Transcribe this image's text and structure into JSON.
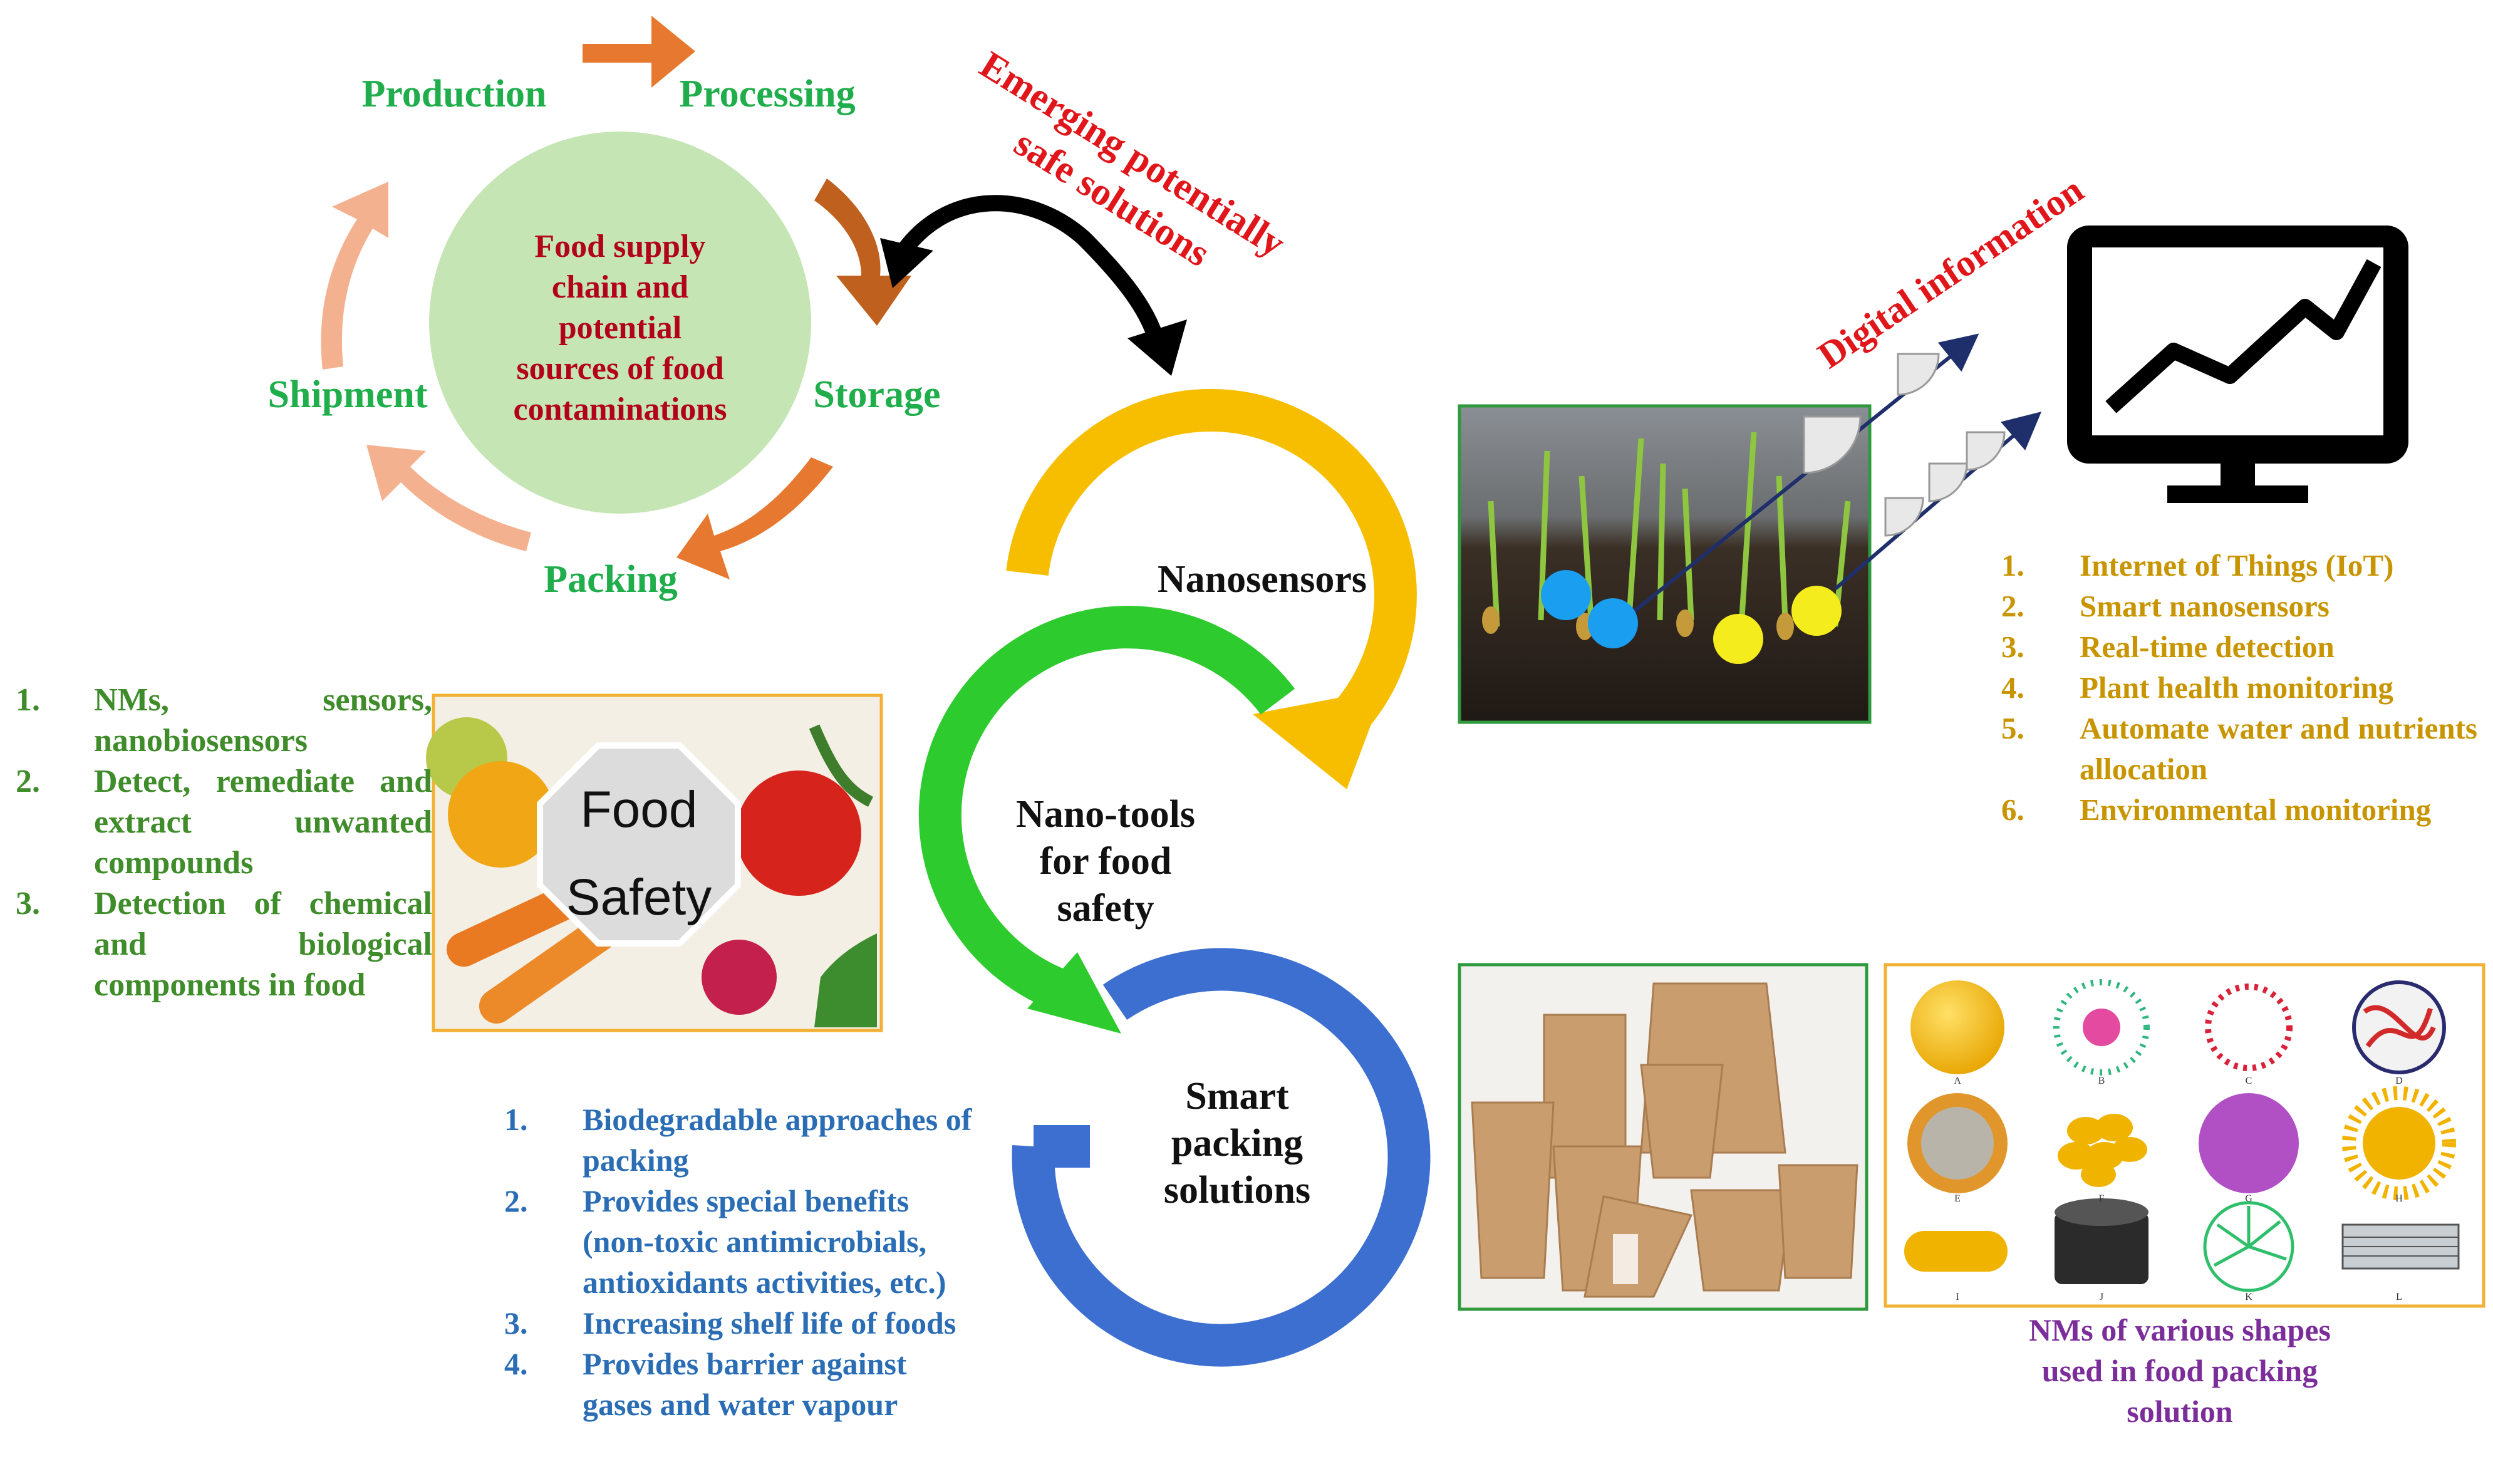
{
  "colors": {
    "stage_green": "#1fae4b",
    "center_red": "#b3001b",
    "annotation_red": "#e0161b",
    "list_green": "#3f8c2a",
    "list_blue": "#2a6db5",
    "list_gold": "#c89500",
    "purple": "#7b2d9a",
    "ring_yellow": "#f7be00",
    "ring_green": "#2ecb2e",
    "ring_blue": "#3d6fd0",
    "circle_fill": "#c5e5b4",
    "arrow_orange": "#e7782f",
    "arrow_brown": "#c0601f",
    "arrow_pink": "#f4b18f"
  },
  "supply_chain": {
    "center": "Food supply chain and potential sources of food contaminations",
    "stages": {
      "production": "Production",
      "processing": "Processing",
      "storage": "Storage",
      "packing": "Packing",
      "shipment": "Shipment"
    }
  },
  "annotations": {
    "emerging_line1": "Emerging potentially",
    "emerging_line2": "safe solutions",
    "digital": "Digital information"
  },
  "rings": {
    "nanosensors": "Nanosensors",
    "tools_line1": "Nano-tools",
    "tools_line2": "for food",
    "tools_line3": "safety",
    "smart_line1": "Smart",
    "smart_line2": "packing",
    "smart_line3": "solutions"
  },
  "food_safety_sign": {
    "line1": "Food",
    "line2": "Safety"
  },
  "left_list": [
    {
      "num": "1.",
      "text": "NMs, sensors, nanobiosensors"
    },
    {
      "num": "2.",
      "text": "Detect, remediate and extract unwanted compounds"
    },
    {
      "num": "3.",
      "text": "Detection of chemical and biological components in food"
    }
  ],
  "packing_list": [
    {
      "num": "1.",
      "text": "Biodegradable approaches of packing"
    },
    {
      "num": "2.",
      "text": "Provides special benefits (non-toxic antimicrobials, antioxidants activities, etc.)"
    },
    {
      "num": "3.",
      "text": "Increasing shelf life of foods"
    },
    {
      "num": "4.",
      "text": "Provides barrier against gases and water vapour"
    }
  ],
  "iot_list": [
    {
      "num": "1.",
      "text": "Internet of Things (IoT)"
    },
    {
      "num": "2.",
      "text": "Smart nanosensors"
    },
    {
      "num": "3.",
      "text": "Real-time detection"
    },
    {
      "num": "4.",
      "text": "Plant health monitoring"
    },
    {
      "num": "5.",
      "text": "Automate water and nutrients allocation"
    },
    {
      "num": "6.",
      "text": "Environmental monitoring"
    }
  ],
  "nm_panel": {
    "caption_line1": "NMs of various shapes",
    "caption_line2": "used in food packing",
    "caption_line3": "solution",
    "letters": [
      "A",
      "B",
      "C",
      "D",
      "E",
      "F",
      "G",
      "H",
      "I",
      "J",
      "K",
      "L"
    ]
  }
}
